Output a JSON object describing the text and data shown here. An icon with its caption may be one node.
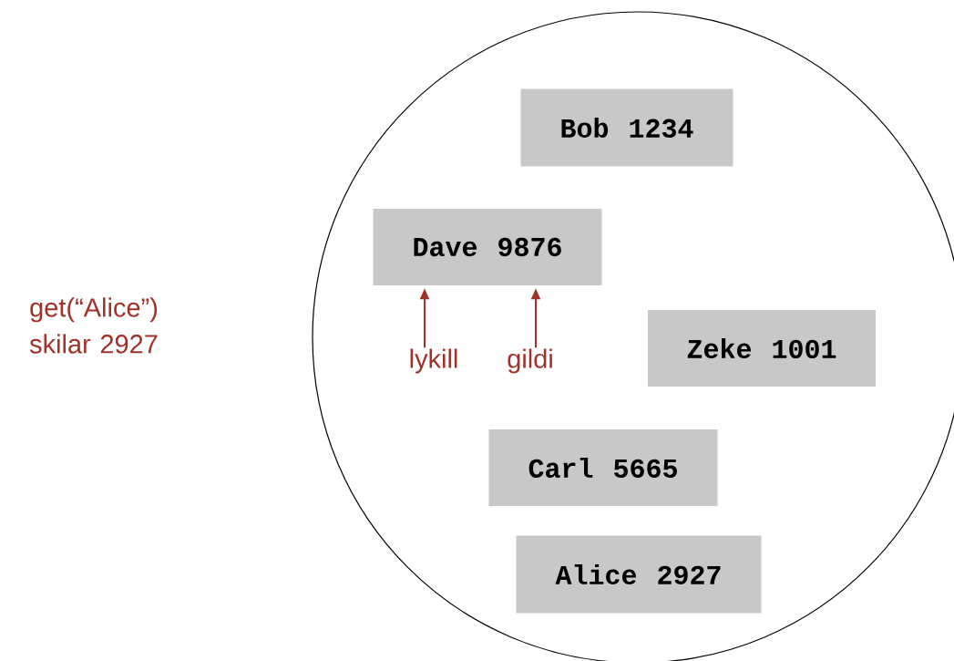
{
  "diagram": {
    "nodes": [
      {
        "text": [],
        "shape": "circle"
      },
      {
        "text": [
          "Bob",
          "1234"
        ],
        "in": 0
      },
      {
        "text": [
          "Dave",
          "9876"
        ],
        "in": 0
      },
      {
        "text": [
          "Zeke",
          "1001"
        ],
        "in": 0
      },
      {
        "text": [
          "Carl",
          "5665"
        ],
        "in": 0
      },
      {
        "text": [
          "Alice",
          "2927"
        ],
        "in": 0
      },
      {
        "text": [
          "lykill"
        ],
        "in": 0
      },
      {
        "text": [
          "gildi"
        ],
        "in": 0
      }
    ],
    "edges": [
      {
        "from": 6,
        "to": 2,
        "arrow": "to"
      },
      {
        "from": 7,
        "to": 2,
        "arrow": "to"
      }
    ],
    "labels": [
      "get(“Alice”) skilar 2927"
    ]
  }
}
